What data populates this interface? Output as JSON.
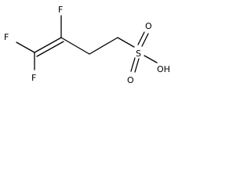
{
  "structure": {
    "atoms": {
      "f_top": "F",
      "f_left": "F",
      "f_bottom": "F",
      "sulfur": "S",
      "oxygen_top": "O",
      "oxygen_bottom": "O",
      "hydroxyl": "OH"
    }
  }
}
